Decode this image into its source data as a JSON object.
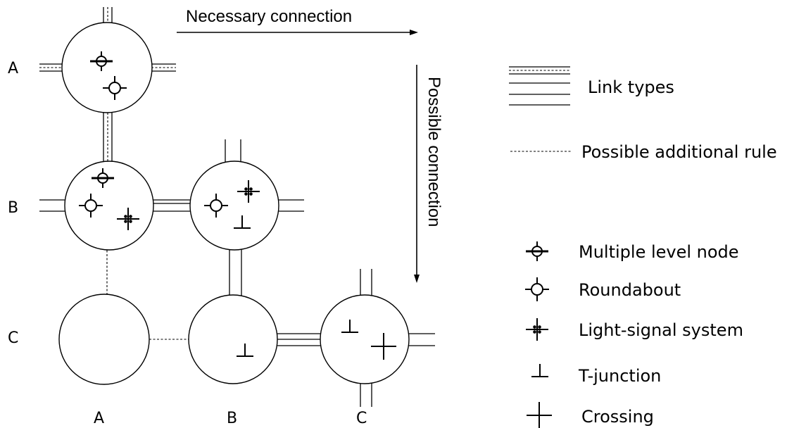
{
  "arrows": {
    "necessary": "Necessary connection",
    "possible": "Possible connection"
  },
  "row_labels": [
    "A",
    "B",
    "C"
  ],
  "column_labels": [
    "A",
    "B",
    "C"
  ],
  "legend": {
    "link_types": "Link types",
    "possible_rule": "Possible additional rule",
    "multiple_level": "Multiple level node",
    "roundabout": "Roundabout",
    "light_signal": "Light-signal system",
    "t_junction": "T-junction",
    "crossing": "Crossing"
  }
}
